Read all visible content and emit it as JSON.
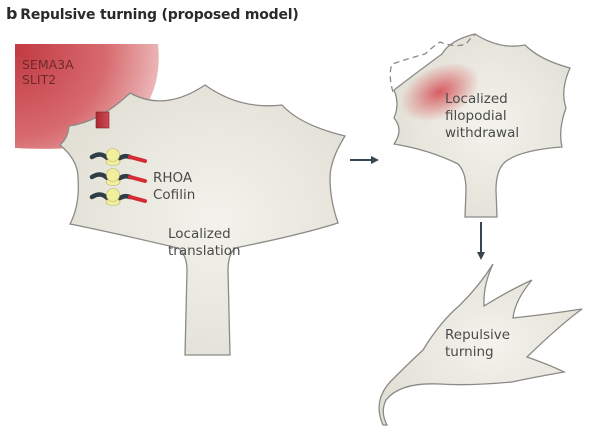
{
  "title": {
    "panel_letter": "b",
    "text": "Repulsive turning (proposed model)"
  },
  "cue": {
    "line1": "SEMA3A",
    "line2": "SLIT2",
    "color": "#c9444a"
  },
  "left_cone": {
    "protein_line1": "RHOA",
    "protein_line2": "Cofilin",
    "process_line1": "Localized",
    "process_line2": "translation",
    "mrna_count": 3
  },
  "right_cone": {
    "line1": "Localized",
    "line2": "filopodial",
    "line3": "withdrawal"
  },
  "turning_cone": {
    "line1": "Repulsive",
    "line2": "turning"
  },
  "colors": {
    "cone_fill": "#e8e6dc",
    "cone_stroke": "#8a8a86",
    "arrow": "#36474f",
    "mrna_strand": "#2f3d47",
    "mrna_tail": "#d62b35",
    "ribosome": "#f1ef9e"
  }
}
